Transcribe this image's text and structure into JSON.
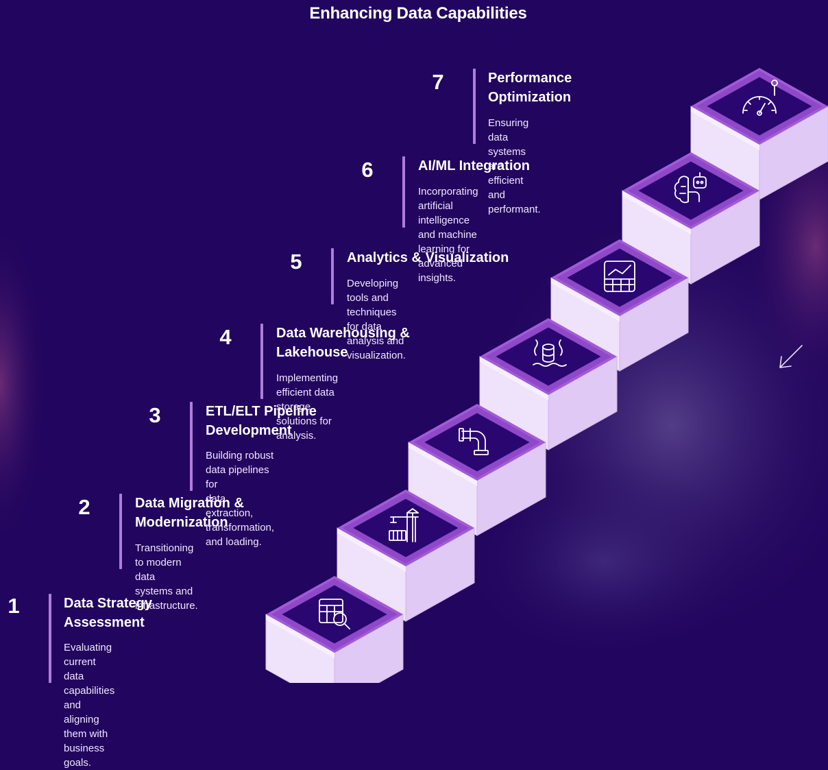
{
  "title": "Enhancing Data Capabilities",
  "steps": [
    {
      "number": "1",
      "title_line1": "Data Strategy",
      "title_line2": "Assessment",
      "desc_line1": "Evaluating current data capabilities",
      "desc_line2": "and aligning them with business",
      "desc_line3": "goals.",
      "icon": "data-search-icon"
    },
    {
      "number": "2",
      "title_line1": "Data Migration &",
      "title_line2": "Modernization",
      "desc_line1": "Transitioning to modern data",
      "desc_line2": "systems and infrastructure.",
      "desc_line3": "",
      "icon": "crane-icon"
    },
    {
      "number": "3",
      "title_line1": "ETL/ELT Pipeline",
      "title_line2": "Development",
      "desc_line1": "Building robust data pipelines for",
      "desc_line2": "data extraction, transformation,",
      "desc_line3": "and loading.",
      "icon": "pipe-icon"
    },
    {
      "number": "4",
      "title_line1": "Data Warehousing &",
      "title_line2": "Lakehouse",
      "desc_line1": "Implementing efficient data",
      "desc_line2": "storage solutions for analysis.",
      "desc_line3": "",
      "icon": "database-lake-icon"
    },
    {
      "number": "5",
      "title_line1": "Analytics & Visualization",
      "title_line2": "",
      "desc_line1": "Developing tools and techniques",
      "desc_line2": "for data analysis and visualization.",
      "desc_line3": "",
      "icon": "chart-grid-icon"
    },
    {
      "number": "6",
      "title_line1": "AI/ML Integration",
      "title_line2": "",
      "desc_line1": "Incorporating artificial intelligence",
      "desc_line2": "and machine learning for advanced",
      "desc_line3": "insights.",
      "icon": "brain-robot-icon"
    },
    {
      "number": "7",
      "title_line1": "Performance",
      "title_line2": "Optimization",
      "desc_line1": "Ensuring data systems are efficient",
      "desc_line2": "and performant.",
      "desc_line3": "",
      "icon": "gauge-icon"
    }
  ],
  "colors": {
    "background": "#22055e",
    "accent_purple": "#a15bd6",
    "riser": "#f7eefe",
    "inner": "#2a0670"
  },
  "decor_icon": "arrow-down-left-icon"
}
